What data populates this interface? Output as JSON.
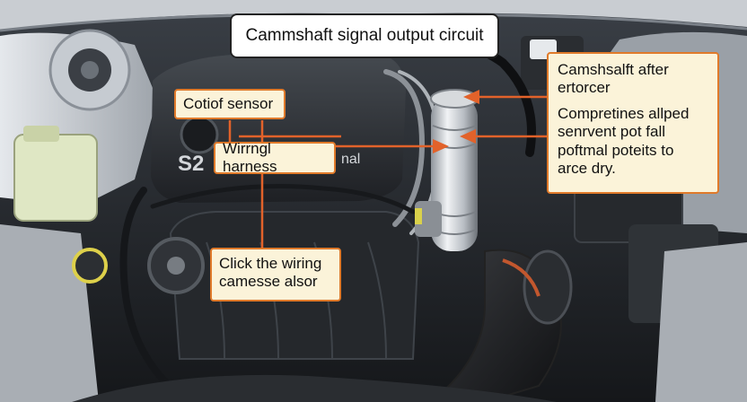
{
  "title": "Cammshaft signal output circuit",
  "callouts": {
    "sensor": "Cotiof sensor",
    "harness": "Wirrngl harness",
    "right_top": [
      "Camshsalft after",
      "ertorcer"
    ],
    "right_bottom": [
      "Compretines allped",
      "senrvent pot fall",
      "poftmal poteits to",
      "arce dry."
    ],
    "click": [
      "Click the wiring",
      "camesse alsor"
    ]
  },
  "engine_cover_text": "S2",
  "engine_cover_suffix": "nal",
  "colors": {
    "callout_border": "#e07a2a",
    "arrow": "#e2622a",
    "callout_fill": "#fbf3d9",
    "title_fill": "#ffffff"
  }
}
